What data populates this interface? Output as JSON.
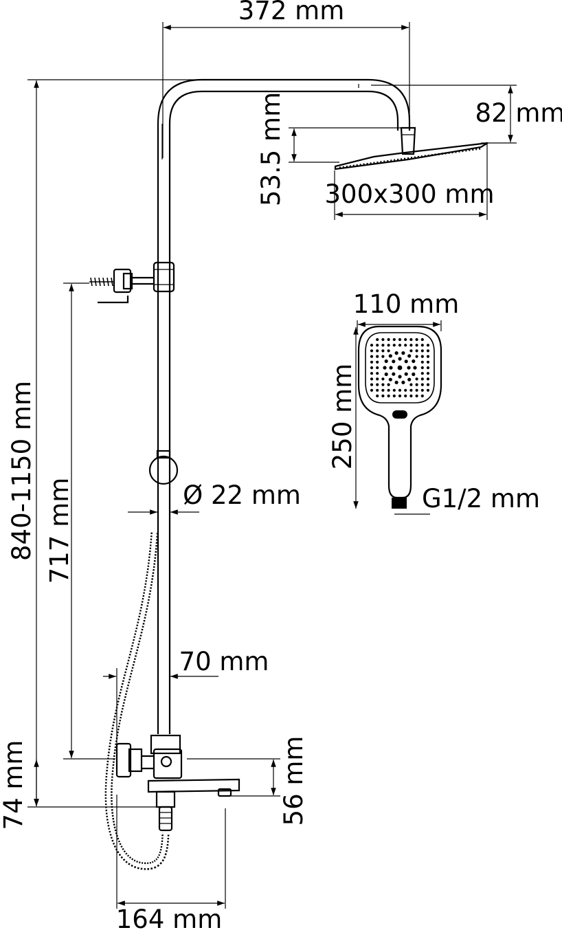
{
  "dimensions": {
    "arm_width": "372 mm",
    "head_height": "82 mm",
    "head_depth": "53.5 mm",
    "head_size": "300x300 mm",
    "total_height": "840-1150 mm",
    "bracket_height": "717 mm",
    "pipe_diameter": "Ø 22 mm",
    "mixer_offset": "70 mm",
    "mixer_height": "74 mm",
    "spout_height": "56 mm",
    "spout_length": "164 mm",
    "hand_width": "110 mm",
    "hand_height": "250 mm",
    "connection": "G1/2 mm"
  }
}
